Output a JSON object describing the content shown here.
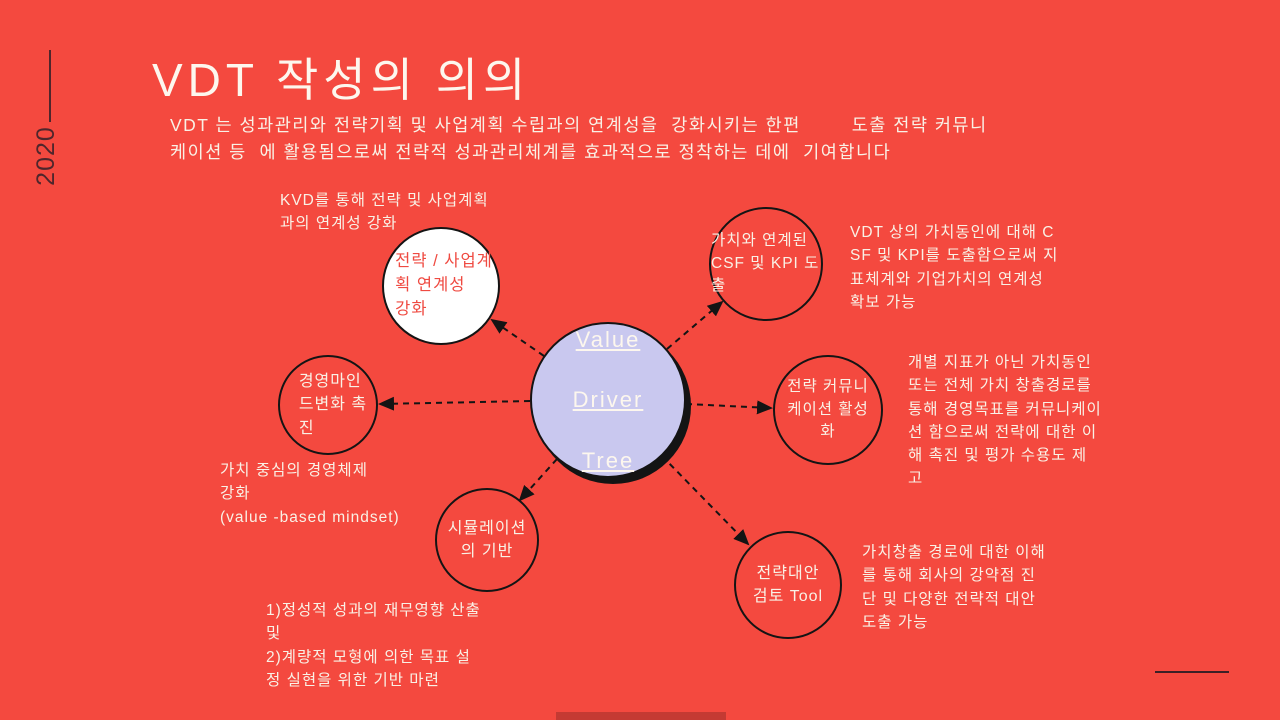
{
  "slide": {
    "year": "2020",
    "title": "VDT 작성의 의의",
    "intro": "VDT 는 성과관리와 전략기획 및 사업계획 수립과의 연계성을  강화시키는 한편        도출 전략 커뮤니\n케이션 등  에 활용됨으로써 전략적 성과관리체계를 효과적으로 정착하는 데에  기여합니다"
  },
  "diagram": {
    "center_node": {
      "line1": "Value",
      "line2": "Driver",
      "line3": "Tree"
    },
    "nodes": {
      "strategy_link": "전략 / 사업계\n획  연계성\n강화",
      "csf_kpi": "가치와 연계된\nCSF 및  KPI 도출",
      "mindset": "경영마인\n드변화 촉\n진",
      "communication": "전략  커뮤니\n케이션  활성\n화",
      "simulation": "시뮬레이션\n의  기반",
      "strategy_tool": "전략대안\n검토 Tool"
    },
    "annotations": {
      "kvd": "KVD를 통해 전략 및 사업계획\n과의  연계성 강화",
      "csf_kpi": "VDT 상의 가치동인에 대해 C\nSF 및 KPI를 도출함으로써  지\n표체계와 기업가치의 연계성\n확보 가능",
      "communication": "개별 지표가 아닌 가치동인\n또는 전체 가치 창출경로를\n통해  경영목표를 커뮤니케이\n션  함으로써 전략에 대한 이\n해 촉진  및 평가 수용도 제\n고",
      "strategy_tool": "가치창출 경로에 대한 이해\n를  통해 회사의 강약점 진\n단 및  다양한 전략적 대안\n도출 가능",
      "mindset": "가치 중심의 경영체제\n강화\n(value -based mindset)",
      "simulation": "1)정성적 성과의 재무영향 산출\n및\n2)계량적 모형에 의한 목표 설\n정  실현을 위한 기반 마련"
    }
  },
  "colors": {
    "background": "#f4493f",
    "title_text": "#fdf7ee",
    "body_text": "#f9f1e6",
    "center_node_fill": "#c9c8ef",
    "white_node_fill": "#ffffff",
    "white_node_text": "#ef4a41",
    "outline": "#141414",
    "dark_accent": "#4f262c",
    "bottom_bar": "#c43a33"
  }
}
